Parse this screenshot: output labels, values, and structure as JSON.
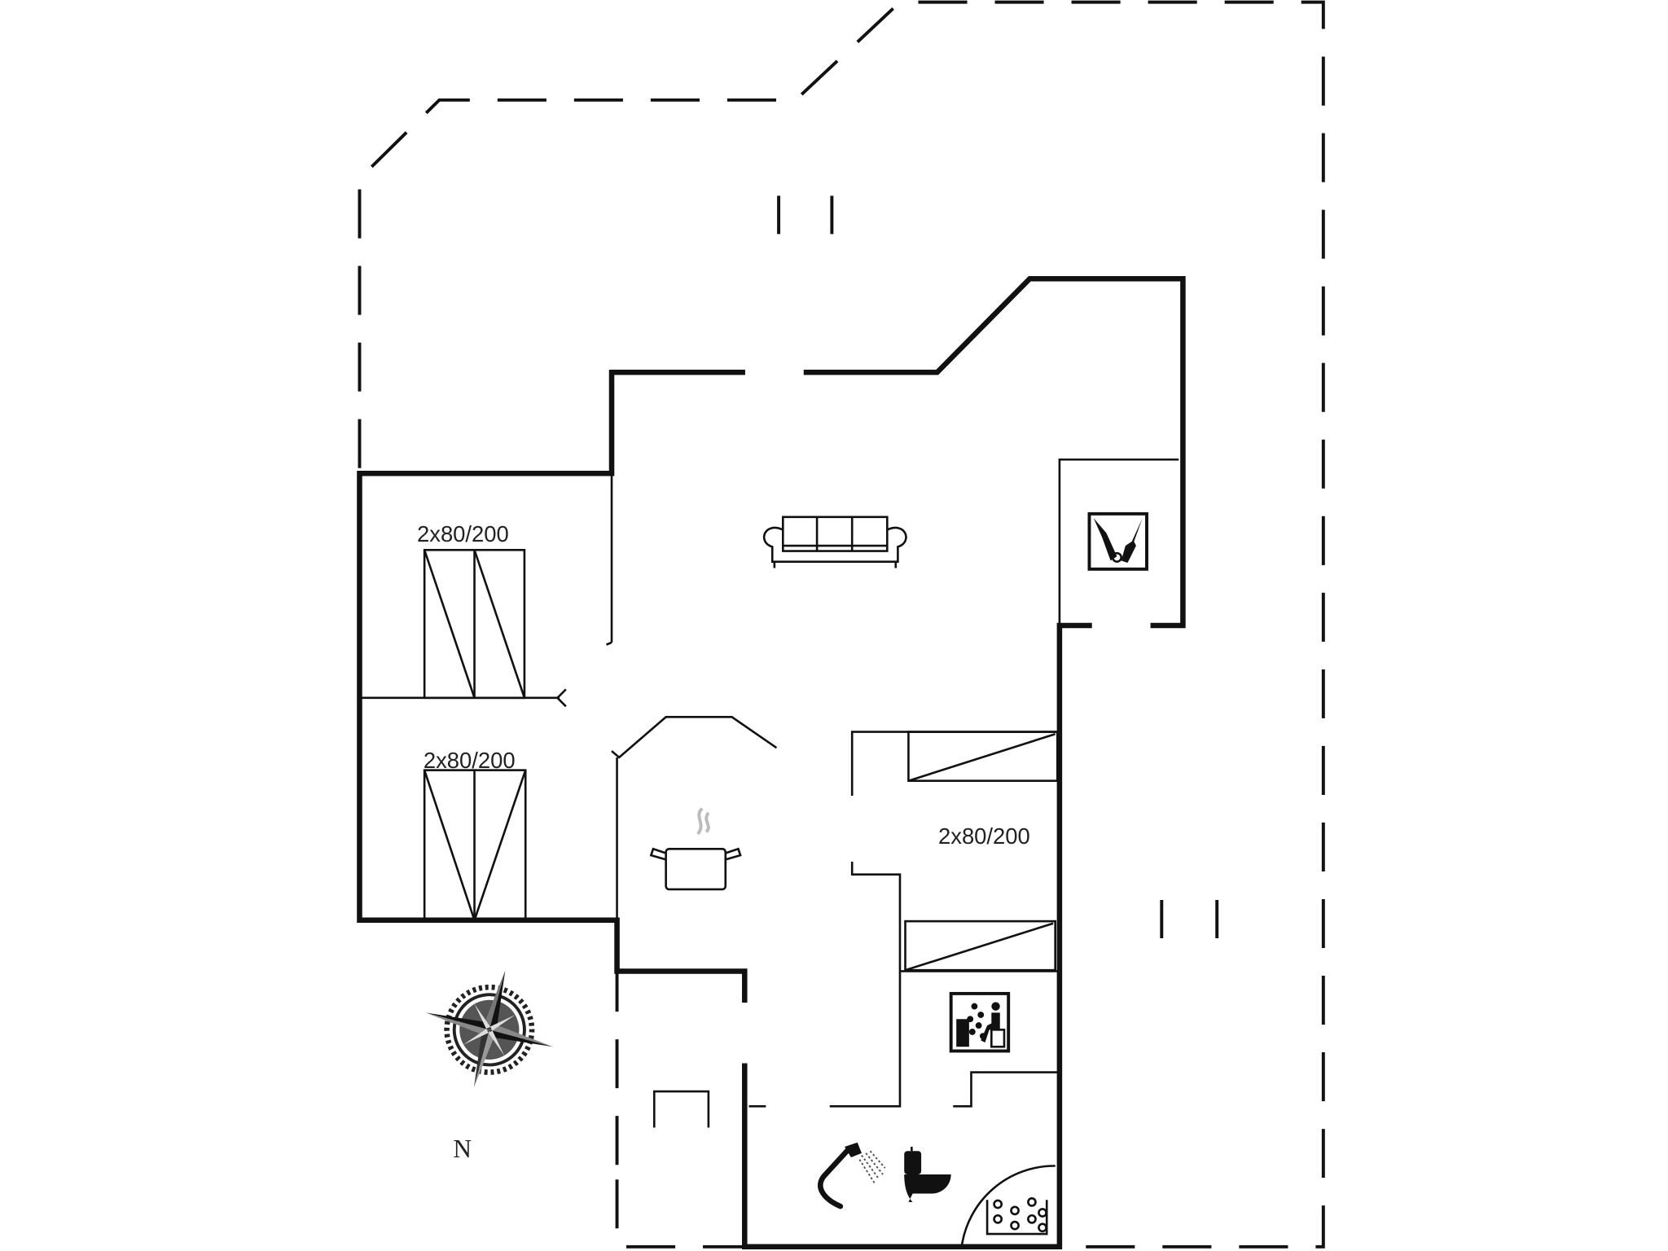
{
  "floorplan": {
    "title": "",
    "rooms": [
      {
        "name": "bedroom-1",
        "bed_label": "2x80/200"
      },
      {
        "name": "bedroom-2",
        "bed_label": "2x80/200"
      },
      {
        "name": "bedroom-3",
        "bed_label": "2x80/200"
      },
      {
        "name": "living-room",
        "icon": "sofa-icon"
      },
      {
        "name": "kitchen",
        "icon": "cooking-pot-icon"
      },
      {
        "name": "utility-room",
        "icon": "vacuum-cleaner-icon"
      },
      {
        "name": "sauna",
        "icon": "sauna-icon"
      },
      {
        "name": "bathroom",
        "icons": [
          "shower-icon",
          "toilet-icon",
          "whirlpool-icon"
        ]
      }
    ],
    "labels": {
      "bed1": "2x80/200",
      "bed2": "2x80/200",
      "bed3": "2x80/200"
    },
    "compass": {
      "north_label": "N"
    },
    "colors": {
      "wall": "#111111",
      "background": "#ffffff"
    }
  }
}
